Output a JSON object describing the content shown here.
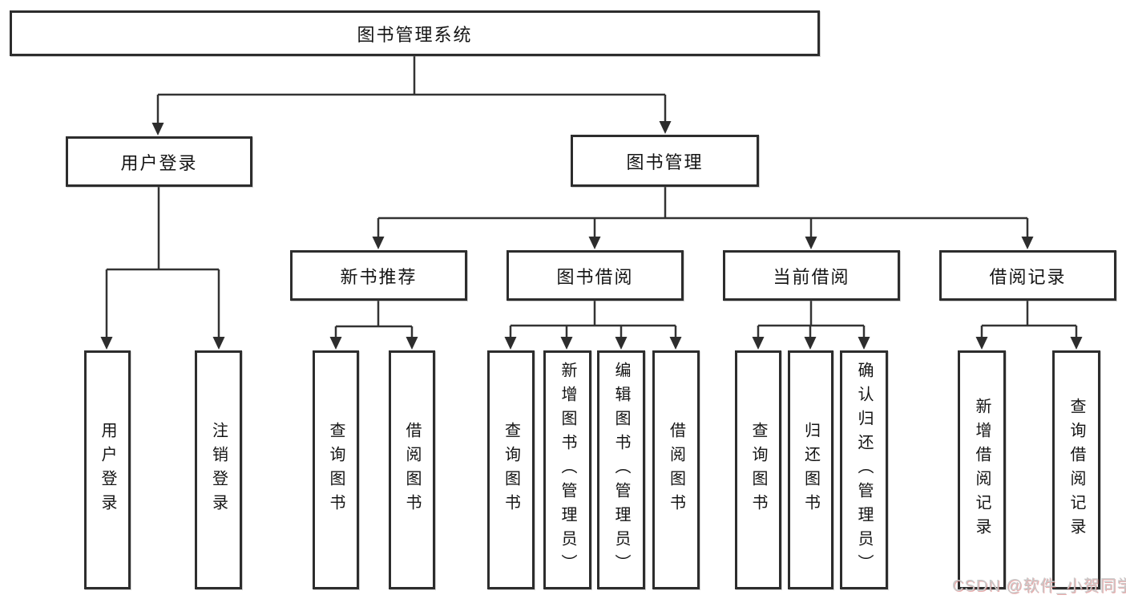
{
  "tree": {
    "label": "图书管理系统",
    "children": [
      {
        "label": "用户登录",
        "children": [
          {
            "label": "用户登录"
          },
          {
            "label": "注销登录"
          }
        ]
      },
      {
        "label": "图书管理",
        "children": [
          {
            "label": "新书推荐",
            "children": [
              {
                "label": "查询图书"
              },
              {
                "label": "借阅图书"
              }
            ]
          },
          {
            "label": "图书借阅",
            "children": [
              {
                "label": "查询图书"
              },
              {
                "label": "新增图书（管理员）"
              },
              {
                "label": "编辑图书（管理员）"
              },
              {
                "label": "借阅图书"
              }
            ]
          },
          {
            "label": "当前借阅",
            "children": [
              {
                "label": "查询图书"
              },
              {
                "label": "归还图书"
              },
              {
                "label": "确认归还（管理员）"
              }
            ]
          },
          {
            "label": "借阅记录",
            "children": [
              {
                "label": "新增借阅记录"
              },
              {
                "label": "查询借阅记录"
              }
            ]
          }
        ]
      }
    ]
  },
  "watermark": {
    "text": "CSDN @软件_小贺同学"
  },
  "colors": {
    "line": "#333333",
    "box_border": "#2d2d2d",
    "text": "#141414",
    "watermark": "#c9c9c9",
    "background": "#ffffff"
  }
}
